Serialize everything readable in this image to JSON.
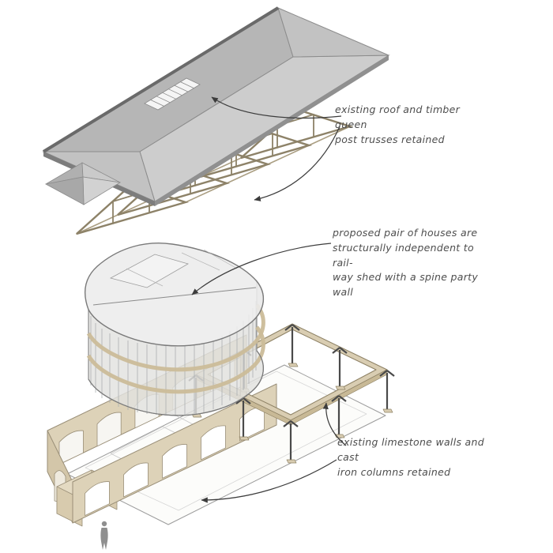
{
  "annotations": {
    "roof_note": "existing roof and timber queen\npost trusses retained",
    "houses_note": "proposed pair of houses are\nstructurally independent to rail-\nway shed with a spine party wall",
    "walls_note": "existing limestone walls and cast\niron columns retained"
  },
  "colors": {
    "background": "#ffffff",
    "roof_slope_light": "#cdcdcd",
    "roof_slope_dark": "#b6b6b6",
    "roof_fascia": "#7d7d7d",
    "timber_truss": "#8d8268",
    "limestone_wall": "#ddd2b8",
    "limestone_edge": "#9a8f78",
    "ring_beam": "#d9cdb2",
    "iron_column": "#4a4a4a",
    "annotation_text": "#4d4d4d",
    "leader_line": "#3c3c3c"
  }
}
